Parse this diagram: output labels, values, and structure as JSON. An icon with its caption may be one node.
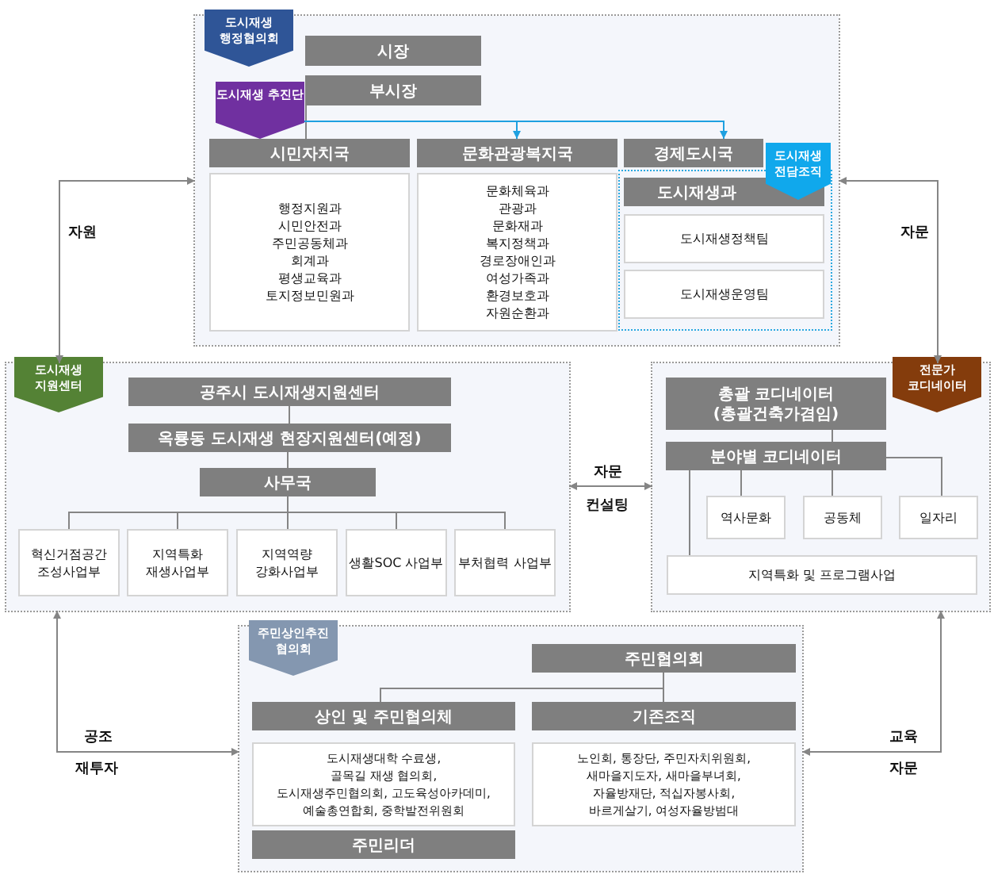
{
  "diagram": {
    "nodes": [
      {
        "text": [
          "도시재생 행정협의회"
        ]
      },
      {
        "text": [
          "시장"
        ],
        "in": 0
      },
      {
        "text": [
          "부시장"
        ],
        "in": 0
      },
      {
        "text": [
          "도시재생 추진단"
        ],
        "in": 0
      },
      {
        "text": [
          "시민자치국"
        ],
        "in": 0
      },
      {
        "text": [
          "행정지원과",
          "시민안전과",
          "주민공동체과",
          "회계과",
          "평생교육과",
          "토지정보민원과"
        ],
        "in": 0
      },
      {
        "text": [
          "문화관광복지국"
        ],
        "in": 0
      },
      {
        "text": [
          "문화체육과",
          "관광과",
          "문화재과",
          "복지정책과",
          "경로장애인과",
          "여성가족과",
          "환경보호과",
          "자원순환과"
        ],
        "in": 0
      },
      {
        "text": [
          "경제도시국"
        ],
        "in": 0
      },
      {
        "text": [
          "도시재생 전담조직"
        ],
        "in": 0
      },
      {
        "text": [
          "도시재생과"
        ],
        "in": 9
      },
      {
        "text": [
          "도시재생정책팀"
        ],
        "in": 9
      },
      {
        "text": [
          "도시재생운영팀"
        ],
        "in": 9
      },
      {
        "text": [
          "도시재생 지원센터"
        ]
      },
      {
        "text": [
          "공주시 도시재생지원센터"
        ],
        "in": 13
      },
      {
        "text": [
          "옥룡동 도시재생 현장지원센터(예정)"
        ],
        "in": 13
      },
      {
        "text": [
          "사무국"
        ],
        "in": 13
      },
      {
        "text": [
          "혁신거점공간 조성사업부"
        ],
        "in": 13
      },
      {
        "text": [
          "지역특화 재생사업부"
        ],
        "in": 13
      },
      {
        "text": [
          "지역역량 강화사업부"
        ],
        "in": 13
      },
      {
        "text": [
          "생활SOC 사업부"
        ],
        "in": 13
      },
      {
        "text": [
          "부처협력 사업부"
        ],
        "in": 13
      },
      {
        "text": [
          "전문가 코디네이터"
        ]
      },
      {
        "text": [
          "총괄 코디네이터",
          "(총괄건축가겸임)"
        ],
        "in": 22
      },
      {
        "text": [
          "분야별 코디네이터"
        ],
        "in": 22
      },
      {
        "text": [
          "역사문화"
        ],
        "in": 22
      },
      {
        "text": [
          "공동체"
        ],
        "in": 22
      },
      {
        "text": [
          "일자리"
        ],
        "in": 22
      },
      {
        "text": [
          "지역특화 및 프로그램사업"
        ],
        "in": 22
      },
      {
        "text": [
          "주민상인추진 협의회"
        ]
      },
      {
        "text": [
          "주민협의회"
        ],
        "in": 29
      },
      {
        "text": [
          "상인 및 주민협의체"
        ],
        "in": 29
      },
      {
        "text": [
          "기존조직"
        ],
        "in": 29
      },
      {
        "text": [
          "도시재생대학 수료생,",
          "골목길 재생 협의회,",
          "도시재생주민협의회, 고도육성아카데미,",
          "예술총연합회, 중학발전위원회"
        ],
        "in": 29
      },
      {
        "text": [
          "주민리더"
        ],
        "in": 29
      },
      {
        "text": [
          "노인회, 통장단, 주민자치위원회,",
          "새마을지도자, 새마을부녀회,",
          "자율방재단, 적십자봉사회,",
          "바르게살기, 여성자율방범대"
        ],
        "in": 29
      }
    ],
    "edges": [
      {
        "from": 2,
        "to": 4,
        "arrow": "none"
      },
      {
        "from": 3,
        "to": 6,
        "arrow": "to",
        "color": "#1ea0e0"
      },
      {
        "from": 3,
        "to": 8,
        "arrow": "to",
        "color": "#1ea0e0"
      },
      {
        "from": 14,
        "to": 15,
        "arrow": "none"
      },
      {
        "from": 15,
        "to": 16,
        "arrow": "none"
      },
      {
        "from": 16,
        "to": 17,
        "arrow": "none"
      },
      {
        "from": 16,
        "to": 18,
        "arrow": "none"
      },
      {
        "from": 16,
        "to": 19,
        "arrow": "none"
      },
      {
        "from": 16,
        "to": 20,
        "arrow": "none"
      },
      {
        "from": 16,
        "to": 21,
        "arrow": "none"
      },
      {
        "from": 23,
        "to": 24,
        "arrow": "none"
      },
      {
        "from": 24,
        "to": 25,
        "arrow": "none"
      },
      {
        "from": 24,
        "to": 26,
        "arrow": "none"
      },
      {
        "from": 24,
        "to": 27,
        "arrow": "none"
      },
      {
        "from": 24,
        "to": 28,
        "arrow": "none"
      },
      {
        "from": 30,
        "to": 31,
        "arrow": "none"
      },
      {
        "from": 30,
        "to": 32,
        "arrow": "none"
      },
      {
        "from": 0,
        "to": 13,
        "arrow": "both",
        "label": "자원"
      },
      {
        "from": 0,
        "to": 22,
        "arrow": "both",
        "label": "자문"
      },
      {
        "from": 13,
        "to": 22,
        "arrow": "both",
        "label": "자문"
      },
      {
        "from": 13,
        "to": 29,
        "arrow": "both",
        "label": "공조"
      },
      {
        "from": 22,
        "to": 29,
        "arrow": "both",
        "label": "교육"
      }
    ],
    "labels": [
      "컨설팅",
      "재투자",
      "자문"
    ]
  }
}
